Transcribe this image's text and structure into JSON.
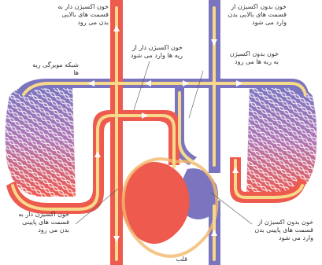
{
  "diagram": {
    "labels": {
      "top_left": "خون اکسیژن دار به قسمت های بالایی بدن می رود",
      "top_right": "خون بدون اکسیژن از قسمت های بالایی بدن وارد می شود",
      "center_left": "خون اکسیژن دار از ریه ها وارد می شود",
      "center_right": "خون بدون اکسیژن به ریه ها می رود",
      "capillary": "شبکه مویرگی ریه ها",
      "bottom_left": "خون اکسیژن دار به قسمت های پایینی بدن می رود",
      "bottom_right": "خون بدون اکسیژن از قسمت های پایینی بدن وارد می شود",
      "bottom_heart": "قلب"
    },
    "colors": {
      "oxygenated": "#ee5a4e",
      "deoxygenated": "#7b74bf",
      "flow_arrow": "#f6d98a",
      "arrow_head": "#ffffff"
    }
  }
}
